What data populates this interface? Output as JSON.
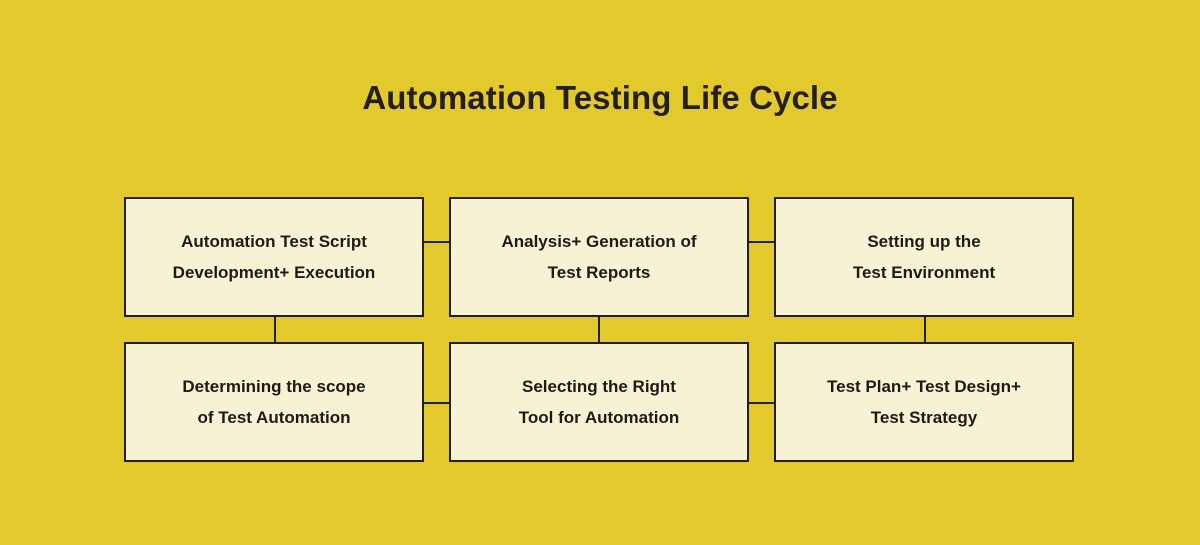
{
  "diagram": {
    "title": "Automation Testing Life Cycle",
    "type": "flowchart-grid",
    "background_color": "#E2C92C",
    "node_fill_color": "#F7F2D3",
    "node_border_color": "#221E1A",
    "text_color": "#1E1B17",
    "nodes": [
      {
        "id": "automation-test-script",
        "row": 1,
        "column": 1,
        "line1": "Automation Test Script",
        "line2": "Development+ Execution"
      },
      {
        "id": "analysis-generation-reports",
        "row": 1,
        "column": 2,
        "line1": "Analysis+ Generation of",
        "line2": "Test Reports"
      },
      {
        "id": "setting-up-test-environment",
        "row": 1,
        "column": 3,
        "line1": "Setting up the",
        "line2": "Test Environment"
      },
      {
        "id": "determining-scope",
        "row": 2,
        "column": 1,
        "line1": "Determining the scope",
        "line2": "of Test Automation"
      },
      {
        "id": "selecting-right-tool",
        "row": 2,
        "column": 2,
        "line1": "Selecting the Right",
        "line2": "Tool for Automation"
      },
      {
        "id": "test-plan-design-strategy",
        "row": 2,
        "column": 3,
        "line1": "Test Plan+ Test Design+",
        "line2": "Test Strategy"
      }
    ],
    "connectors": [
      {
        "id": "row1-col1-to-col2",
        "orientation": "horizontal"
      },
      {
        "id": "row1-col2-to-col3",
        "orientation": "horizontal"
      },
      {
        "id": "row2-col1-to-col2",
        "orientation": "horizontal"
      },
      {
        "id": "row2-col2-to-col3",
        "orientation": "horizontal"
      },
      {
        "id": "col1-row1-to-row2",
        "orientation": "vertical"
      },
      {
        "id": "col2-row1-to-row2",
        "orientation": "vertical"
      },
      {
        "id": "col3-row1-to-row2",
        "orientation": "vertical"
      }
    ]
  }
}
